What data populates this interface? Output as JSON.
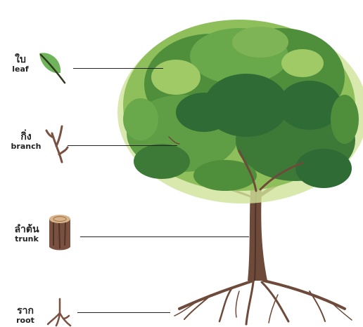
{
  "parts": [
    {
      "id": "leaf",
      "thai": "ใบ",
      "english": "leaf"
    },
    {
      "id": "branch",
      "thai": "กิ่ง",
      "english": "branch"
    },
    {
      "id": "trunk",
      "thai": "ลำต้น",
      "english": "trunk"
    },
    {
      "id": "root",
      "thai": "ราก",
      "english": "root"
    }
  ],
  "colors": {
    "foliage_dark": "#2f6b34",
    "foliage_mid": "#4f8f3c",
    "foliage_light": "#8fbf5a",
    "foliage_pale": "#cfe39a",
    "bark": "#6e4a3a",
    "bark_dark": "#4e3328",
    "leader_line": "#222222"
  },
  "icons": [
    "leaf-icon",
    "branch-icon",
    "trunk-log-icon",
    "root-icon"
  ]
}
